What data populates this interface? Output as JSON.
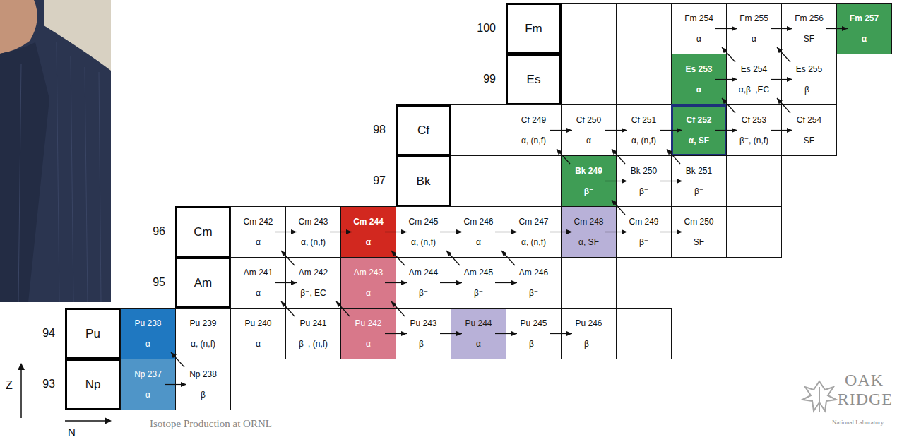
{
  "diagram": {
    "caption": "Isotope Production at ORNL",
    "nodes": [
      {
        "text": [
          "Fm"
        ]
      },
      {
        "text": [
          "Fm 254",
          "α"
        ]
      },
      {
        "text": [
          "Fm 255",
          "α"
        ]
      },
      {
        "text": [
          "Fm 256",
          "SF"
        ]
      },
      {
        "text": [
          "Fm 257",
          "α"
        ]
      },
      {
        "text": [
          "Es"
        ]
      },
      {
        "text": [
          "Es 253",
          "α"
        ]
      },
      {
        "text": [
          "Es 254",
          "α,β⁻,EC"
        ]
      },
      {
        "text": [
          "Es 255",
          "β⁻"
        ]
      },
      {
        "text": [
          "Cf"
        ]
      },
      {
        "text": [
          "Cf 249",
          "α, (n,f)"
        ]
      },
      {
        "text": [
          "Cf 250",
          "α"
        ]
      },
      {
        "text": [
          "Cf 251",
          "α, (n,f)"
        ]
      },
      {
        "text": [
          "Cf 252",
          "α, SF"
        ]
      },
      {
        "text": [
          "Cf 253",
          "β⁻, (n,f)"
        ]
      },
      {
        "text": [
          "Cf 254",
          "SF"
        ]
      },
      {
        "text": [
          "Bk"
        ]
      },
      {
        "text": [
          "Bk 249",
          "β⁻"
        ]
      },
      {
        "text": [
          "Bk 250",
          "β⁻"
        ]
      },
      {
        "text": [
          "Bk 251",
          "β⁻"
        ]
      },
      {
        "text": [
          "Cm"
        ]
      },
      {
        "text": [
          "Cm 242",
          "α"
        ]
      },
      {
        "text": [
          "Cm 243",
          "α, (n,f)"
        ]
      },
      {
        "text": [
          "Cm 244",
          "α"
        ]
      },
      {
        "text": [
          "Cm 245",
          "α, (n,f)"
        ]
      },
      {
        "text": [
          "Cm 246",
          "α"
        ]
      },
      {
        "text": [
          "Cm 247",
          "α, (n,f)"
        ]
      },
      {
        "text": [
          "Cm 248",
          "α, SF"
        ]
      },
      {
        "text": [
          "Cm 249",
          "β⁻"
        ]
      },
      {
        "text": [
          "Cm 250",
          "SF"
        ]
      },
      {
        "text": [
          "Am"
        ]
      },
      {
        "text": [
          "Am 241",
          "α"
        ]
      },
      {
        "text": [
          "Am 242",
          "β⁻, EC"
        ]
      },
      {
        "text": [
          "Am 243",
          "α"
        ]
      },
      {
        "text": [
          "Am 244",
          "β⁻"
        ]
      },
      {
        "text": [
          "Am 245",
          "β⁻"
        ]
      },
      {
        "text": [
          "Am 246",
          "β⁻"
        ]
      },
      {
        "text": [
          "Pu"
        ]
      },
      {
        "text": [
          "Pu 238",
          "α"
        ]
      },
      {
        "text": [
          "Pu 239",
          "α, (n,f)"
        ]
      },
      {
        "text": [
          "Pu 240",
          "α"
        ]
      },
      {
        "text": [
          "Pu 241",
          "β⁻, (n,f)"
        ]
      },
      {
        "text": [
          "Pu 242",
          "α"
        ]
      },
      {
        "text": [
          "Pu 243",
          "β⁻"
        ]
      },
      {
        "text": [
          "Pu 244",
          "α"
        ]
      },
      {
        "text": [
          "Pu 245",
          "β⁻"
        ]
      },
      {
        "text": [
          "Pu 246",
          "β⁻"
        ]
      },
      {
        "text": [
          "Np"
        ]
      },
      {
        "text": [
          "Np 237",
          "α"
        ]
      },
      {
        "text": [
          "Np 238",
          "β"
        ]
      }
    ],
    "edges": [
      {
        "from": 1,
        "to": 2,
        "arrow": "to"
      },
      {
        "from": 2,
        "to": 3,
        "arrow": "to"
      },
      {
        "from": 3,
        "to": 4,
        "arrow": "to"
      },
      {
        "from": 7,
        "to": 1,
        "arrow": "to"
      },
      {
        "from": 8,
        "to": 2,
        "arrow": "to"
      },
      {
        "from": 6,
        "to": 7,
        "arrow": "to"
      },
      {
        "from": 7,
        "to": 8,
        "arrow": "to"
      },
      {
        "from": 14,
        "to": 6,
        "arrow": "to"
      },
      {
        "from": 15,
        "to": 7,
        "arrow": "to"
      },
      {
        "from": 10,
        "to": 11,
        "arrow": "to"
      },
      {
        "from": 11,
        "to": 12,
        "arrow": "to"
      },
      {
        "from": 12,
        "to": 13,
        "arrow": "to"
      },
      {
        "from": 13,
        "to": 14,
        "arrow": "to"
      },
      {
        "from": 14,
        "to": 15,
        "arrow": "to"
      },
      {
        "from": 17,
        "to": 10,
        "arrow": "to"
      },
      {
        "from": 18,
        "to": 11,
        "arrow": "to"
      },
      {
        "from": 19,
        "to": 12,
        "arrow": "to"
      },
      {
        "from": 17,
        "to": 18,
        "arrow": "to"
      },
      {
        "from": 18,
        "to": 19,
        "arrow": "to"
      },
      {
        "from": 28,
        "to": 17,
        "arrow": "to"
      },
      {
        "from": 21,
        "to": 22,
        "arrow": "to"
      },
      {
        "from": 22,
        "to": 23,
        "arrow": "to"
      },
      {
        "from": 23,
        "to": 24,
        "arrow": "to"
      },
      {
        "from": 24,
        "to": 25,
        "arrow": "to"
      },
      {
        "from": 25,
        "to": 26,
        "arrow": "to"
      },
      {
        "from": 26,
        "to": 27,
        "arrow": "to"
      },
      {
        "from": 27,
        "to": 28,
        "arrow": "to"
      },
      {
        "from": 28,
        "to": 29,
        "arrow": "to"
      },
      {
        "from": 32,
        "to": 21,
        "arrow": "to"
      },
      {
        "from": 34,
        "to": 23,
        "arrow": "to"
      },
      {
        "from": 35,
        "to": 24,
        "arrow": "to"
      },
      {
        "from": 36,
        "to": 25,
        "arrow": "to"
      },
      {
        "from": 31,
        "to": 32,
        "arrow": "to"
      },
      {
        "from": 33,
        "to": 34,
        "arrow": "to"
      },
      {
        "from": 34,
        "to": 35,
        "arrow": "to"
      },
      {
        "from": 35,
        "to": 36,
        "arrow": "to"
      },
      {
        "from": 41,
        "to": 31,
        "arrow": "to"
      },
      {
        "from": 42,
        "to": 32,
        "arrow": "to"
      },
      {
        "from": 43,
        "to": 33,
        "arrow": "to"
      },
      {
        "from": 42,
        "to": 43,
        "arrow": "to"
      },
      {
        "from": 43,
        "to": 44,
        "arrow": "to"
      },
      {
        "from": 44,
        "to": 45,
        "arrow": "to"
      },
      {
        "from": 45,
        "to": 46,
        "arrow": "to"
      },
      {
        "from": 49,
        "to": 38,
        "arrow": "to"
      },
      {
        "from": 48,
        "to": 49,
        "arrow": "to"
      }
    ],
    "labels": [
      "100",
      "99",
      "98",
      "97",
      "96",
      "95",
      "94",
      "93",
      "Z",
      "N",
      "OAK",
      "RIDGE",
      "National Laboratory"
    ]
  }
}
